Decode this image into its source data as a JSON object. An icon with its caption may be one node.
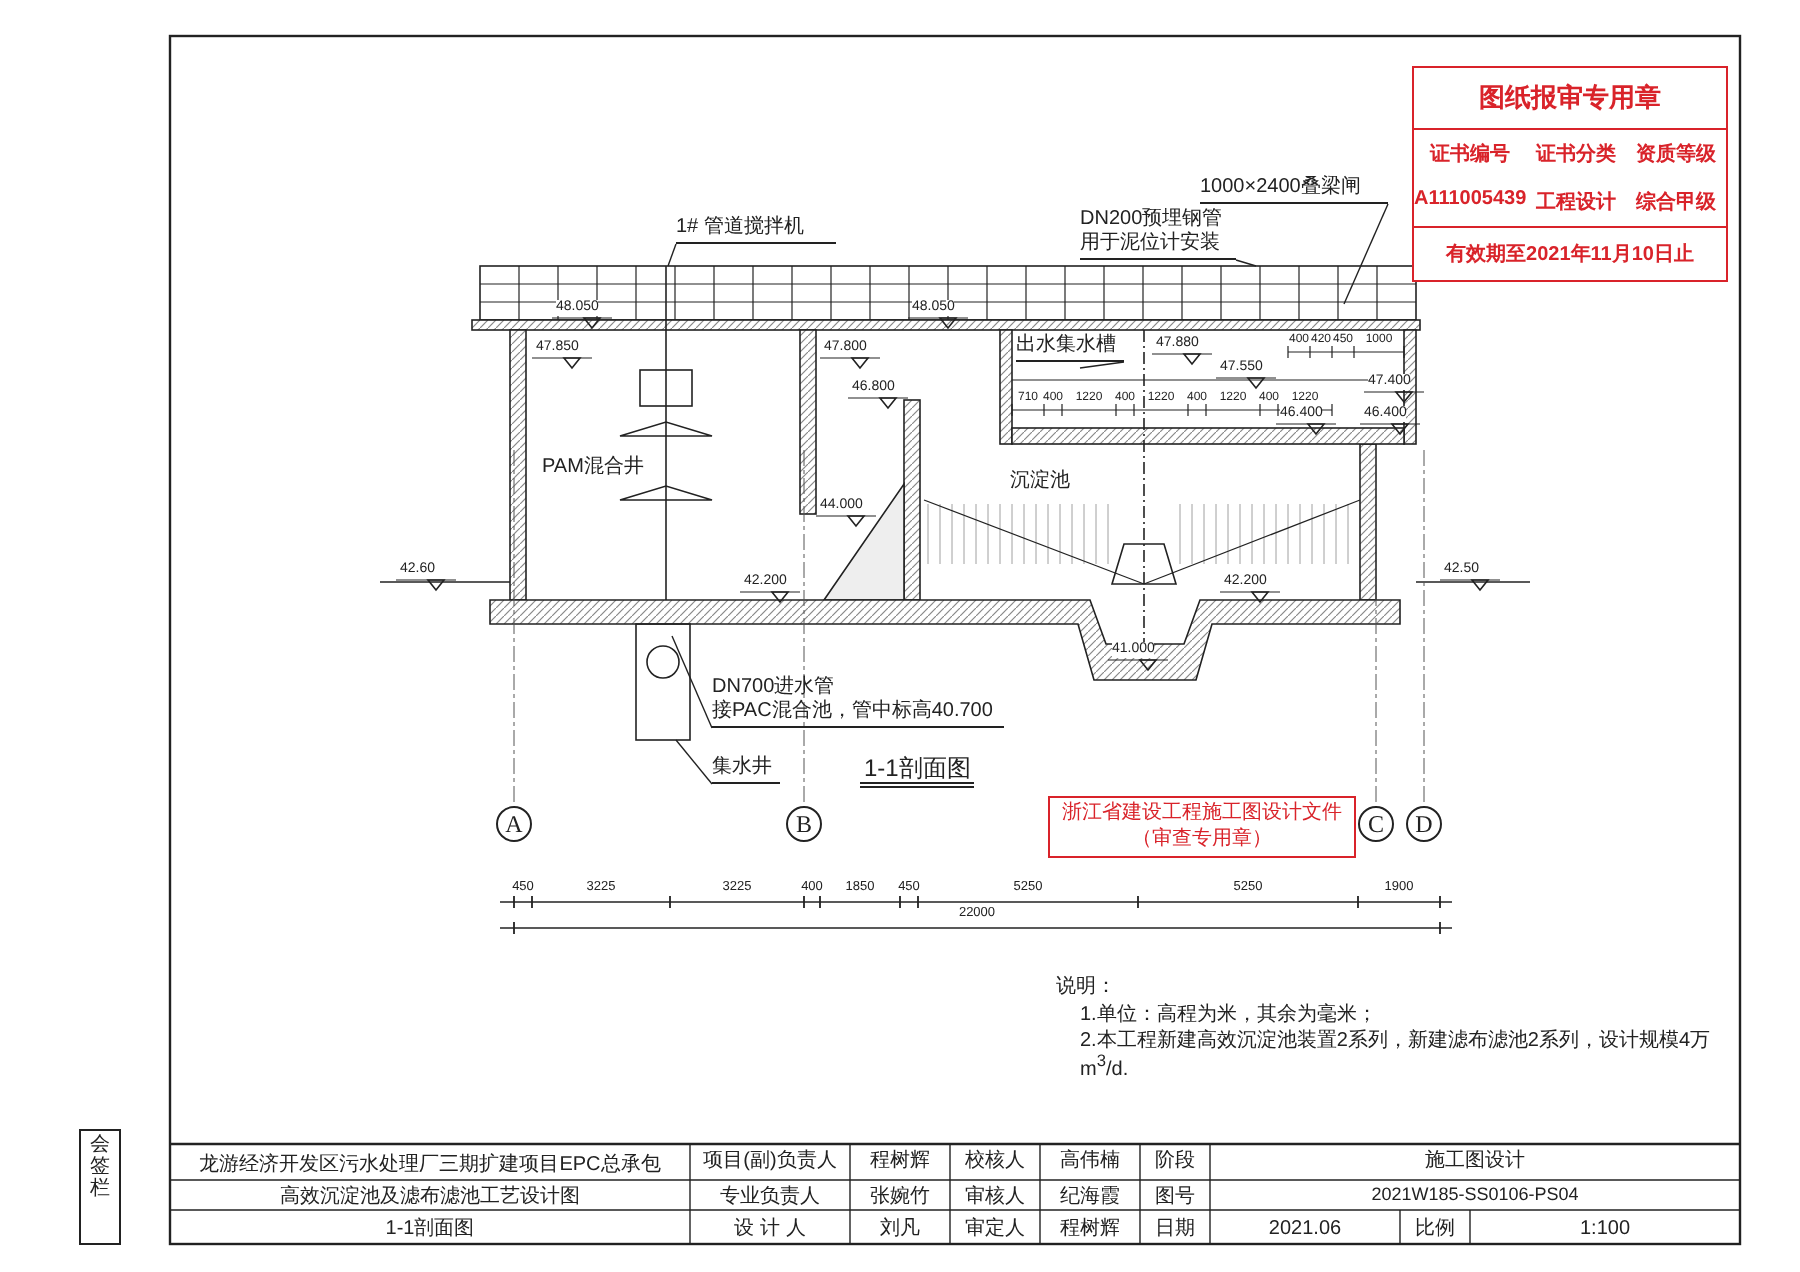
{
  "diagram": {
    "title": "1-1剖面图",
    "nodes": [
      {
        "text": [
          "1# 管道搅拌机"
        ]
      },
      {
        "text": [
          "出水集水槽"
        ]
      },
      {
        "text": [
          "DN200预埋钢管",
          "用于泥位计安装"
        ]
      },
      {
        "text": [
          "1000×2400叠梁闸"
        ]
      },
      {
        "text": [
          "DN700进水管",
          "接PAC混合池，管中标高40.700"
        ]
      },
      {
        "text": [
          "集水井"
        ]
      },
      {
        "text": [
          "A"
        ]
      },
      {
        "text": [
          "B"
        ]
      },
      {
        "text": [
          "C"
        ]
      },
      {
        "text": [
          "D"
        ]
      },
      {
        "text": [
          "浙江省建设工程施工图设计文件",
          "（审查专用章）"
        ]
      },
      {
        "text": [
          "图纸报审专用章",
          "证书编号",
          "证书分类",
          "资质等级",
          "A111005439",
          "工程设计",
          "综合甲级",
          "有效期至2021年11月10日止"
        ]
      }
    ],
    "edges": [
      {
        "from": 0,
        "to": null,
        "arrow": "none"
      },
      {
        "from": 1,
        "to": null,
        "arrow": "none"
      },
      {
        "from": 2,
        "to": null,
        "arrow": "none"
      },
      {
        "from": 3,
        "to": null,
        "arrow": "none"
      },
      {
        "from": 4,
        "to": null,
        "arrow": "none"
      },
      {
        "from": 5,
        "to": null,
        "arrow": "none"
      }
    ],
    "labels": [
      "48.050",
      "48.050",
      "47.850",
      "47.800",
      "PAM混合井",
      "47.880",
      "47.550",
      "400",
      "420",
      "450",
      "1000",
      "47.400",
      "46.800",
      "710",
      "400",
      "1220",
      "400",
      "1220",
      "400",
      "1220",
      "400",
      "1220",
      "46.400",
      "46.400",
      "沉淀池",
      "44.000",
      "42.60",
      "42.200",
      "42.200",
      "42.50",
      "41.000",
      "450",
      "3225",
      "3225",
      "400",
      "1850",
      "450",
      "5250",
      "5250",
      "1900",
      "22000",
      "说明：",
      "1.单位：高程为米，其余为毫米；",
      "2.本工程新建高效沉淀池装置2系列，新建滤布滤池2系列，设计规模4万m$^{3}$/d.",
      "会签栏",
      "龙游经济开发区污水处理厂三期扩建项目EPC总承包",
      "高效沉淀池及滤布滤池工艺设计图",
      "1-1剖面图",
      "项目(副)负责人",
      "程树辉",
      "校核人",
      "高伟楠",
      "阶段",
      "施工图设计",
      "专业负责人",
      "张婉竹",
      "审核人",
      "纪海霞",
      "图号",
      "2021W185-SS0106-PS04",
      "设 计 人",
      "刘凡",
      "审定人",
      "程树辉",
      "日期",
      "2021.06",
      "比例",
      "1:100"
    ]
  }
}
